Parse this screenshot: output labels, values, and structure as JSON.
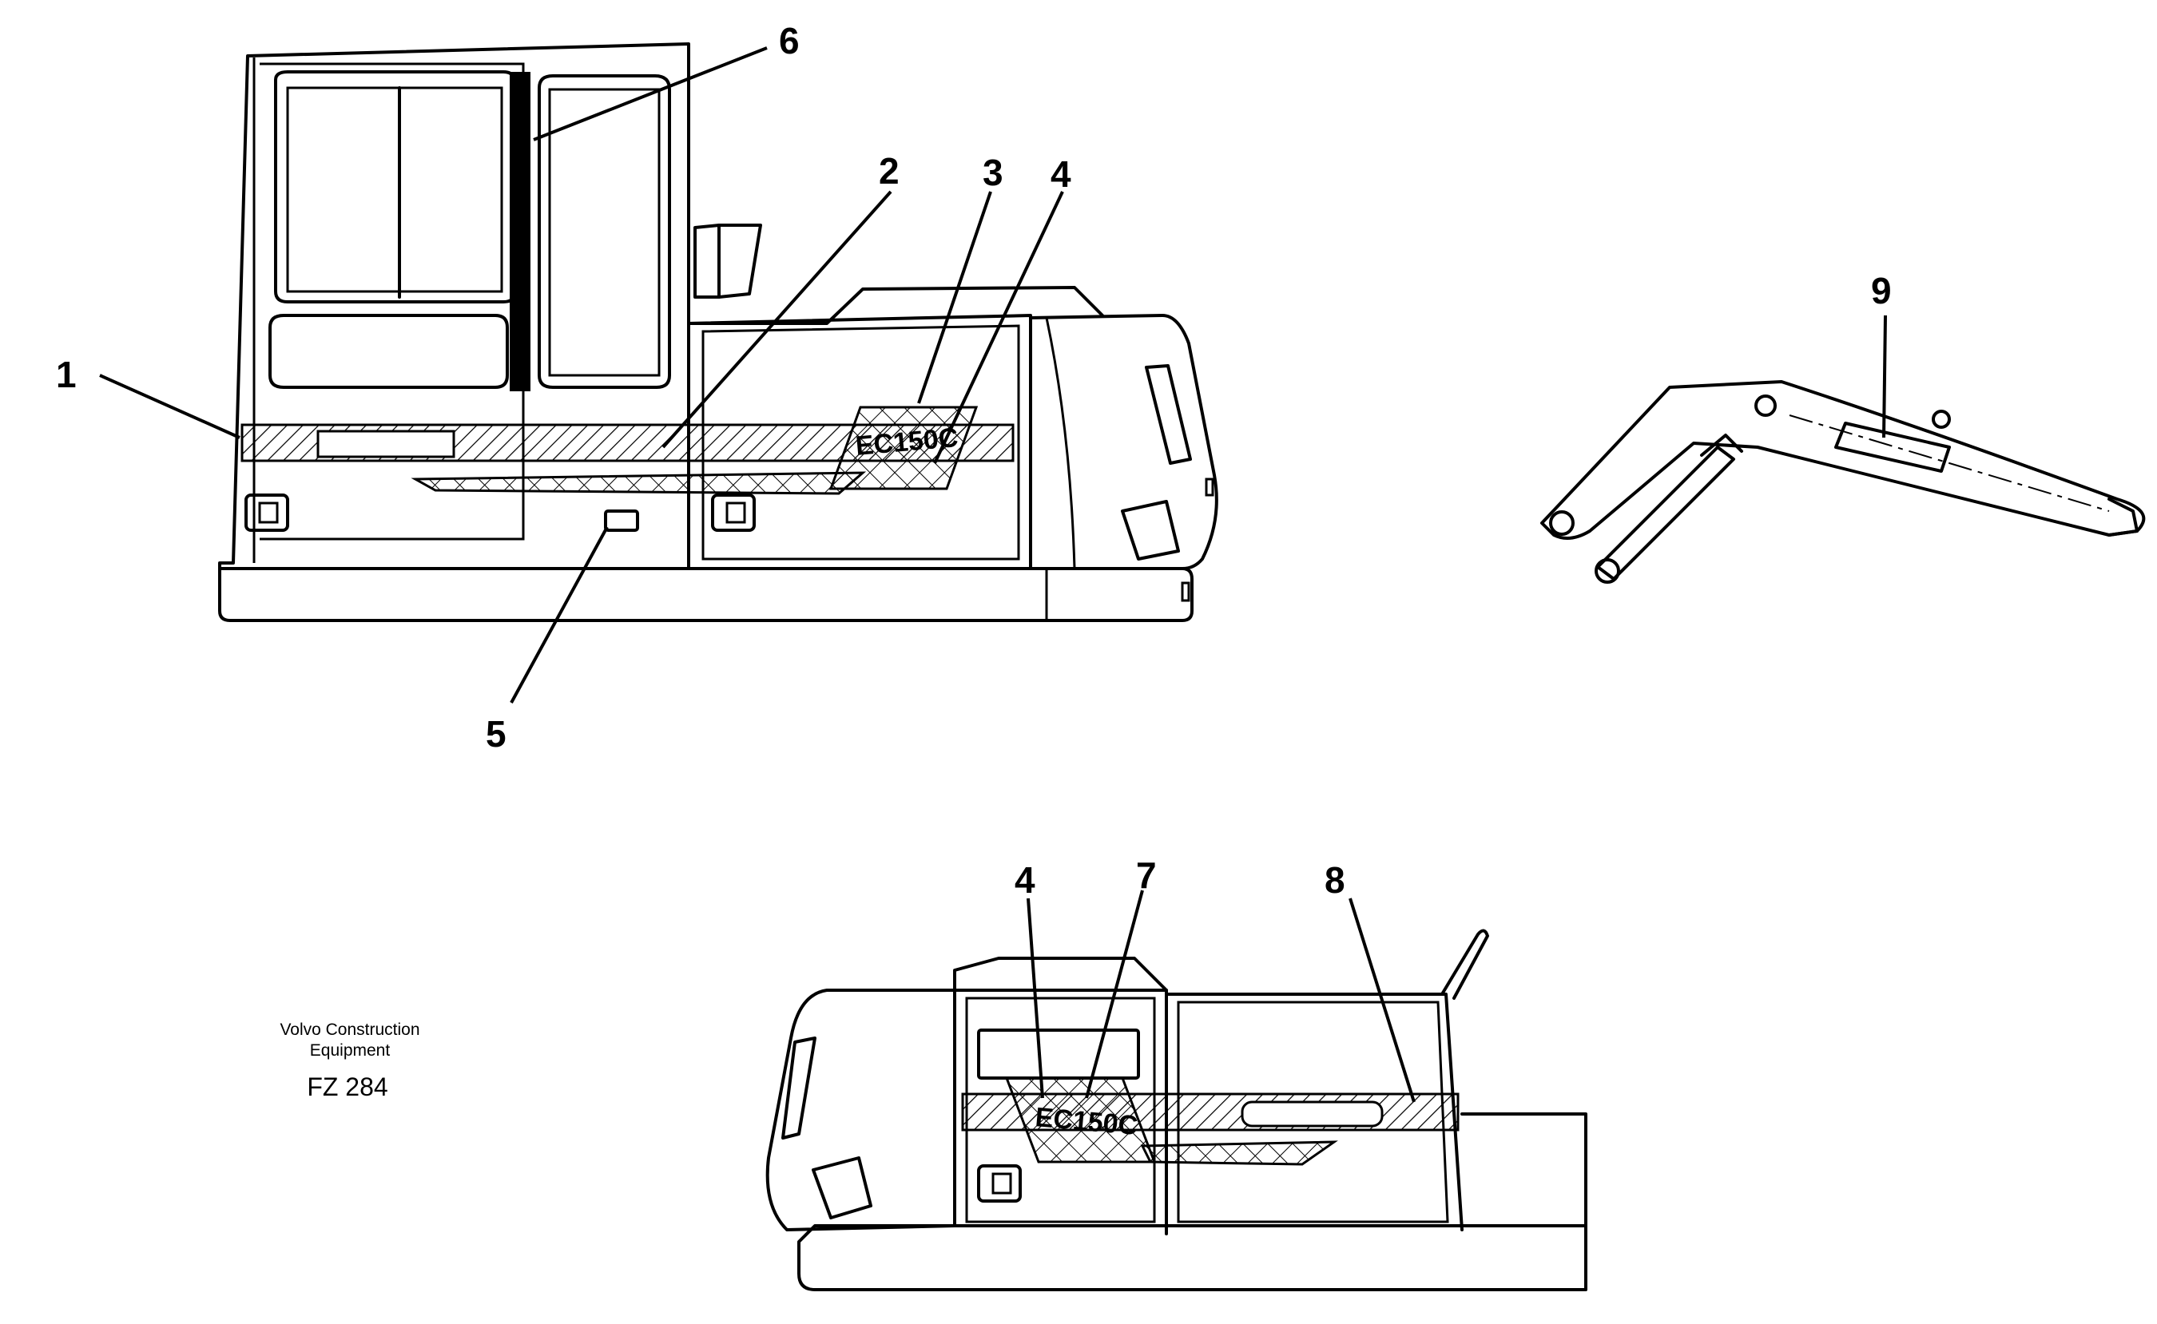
{
  "callouts": {
    "c1": "1",
    "c2": "2",
    "c3": "3",
    "c4a": "4",
    "c5": "5",
    "c6": "6",
    "c4b": "4",
    "c7": "7",
    "c8": "8",
    "c9": "9"
  },
  "decal": {
    "model_upper": "EC150C",
    "model_lower": "EC150C"
  },
  "caption": {
    "line1": "Volvo Construction",
    "line2": "Equipment",
    "figure_id": "FZ 284"
  },
  "colors": {
    "ink": "#000000",
    "paper": "#ffffff"
  }
}
